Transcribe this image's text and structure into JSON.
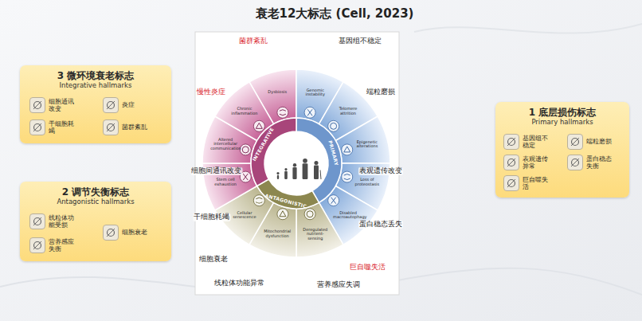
{
  "diagram": {
    "title": "衰老12大标志 (Cell, 2023)",
    "nodes": [
      {
        "text": [
          "3 微环境衰老标志",
          "Integrative hallmarks"
        ]
      },
      {
        "text": [
          "细胞通讯改变"
        ],
        "in": 0
      },
      {
        "text": [
          "炎症"
        ],
        "in": 0
      },
      {
        "text": [
          "干细胞耗竭"
        ],
        "in": 0
      },
      {
        "text": [
          "菌群紊乱"
        ],
        "in": 0
      },
      {
        "text": [
          "2 调节失衡标志",
          "Antagonistic hallmarks"
        ]
      },
      {
        "text": [
          "线粒体功能受损"
        ],
        "in": 5
      },
      {
        "text": [
          "细胞衰老"
        ],
        "in": 5
      },
      {
        "text": [
          "营养感应失衡"
        ],
        "in": 5
      },
      {
        "text": [
          "菌群紊乱",
          "Dysbiosis"
        ]
      },
      {
        "text": [
          "基因组不稳定",
          "Genomic instability"
        ]
      },
      {
        "text": [
          "端粒磨损",
          "Telomere attrition"
        ]
      },
      {
        "text": [
          "表观遗传改变",
          "Epigenetic alterations"
        ]
      },
      {
        "text": [
          "蛋白稳态丢失",
          "Loss of proteostasis"
        ]
      },
      {
        "text": [
          "巨自噬失活",
          "Disabled macroautophagy"
        ]
      },
      {
        "text": [
          "营养感应失调",
          "Deregulated nutrient-sensing"
        ]
      },
      {
        "text": [
          "线粒体功能异常",
          "Mitochondrial dysfunction"
        ]
      },
      {
        "text": [
          "细胞衰老",
          "Cellular senescence"
        ]
      },
      {
        "text": [
          "干细胞耗竭",
          "Stem cell exhaustion"
        ]
      },
      {
        "text": [
          "细胞间通讯改变",
          "Altered intercellular communication"
        ]
      },
      {
        "text": [
          "慢性炎症",
          "Chronic inflammation"
        ]
      },
      {
        "text": [
          "1 底层损伤标志",
          "Primary hallmarks"
        ]
      },
      {
        "text": [
          "基因组不稳定"
        ],
        "in": 21
      },
      {
        "text": [
          "端粒磨损"
        ],
        "in": 21
      },
      {
        "text": [
          "表观遗传异常"
        ],
        "in": 21
      },
      {
        "text": [
          "蛋白稳态失衡"
        ],
        "in": 21
      },
      {
        "text": [
          "巨自噬失活"
        ],
        "in": 21
      }
    ],
    "labels": [
      "INTEGRATIVE",
      "PRIMARY",
      "ANTAGONISTIC"
    ]
  }
}
